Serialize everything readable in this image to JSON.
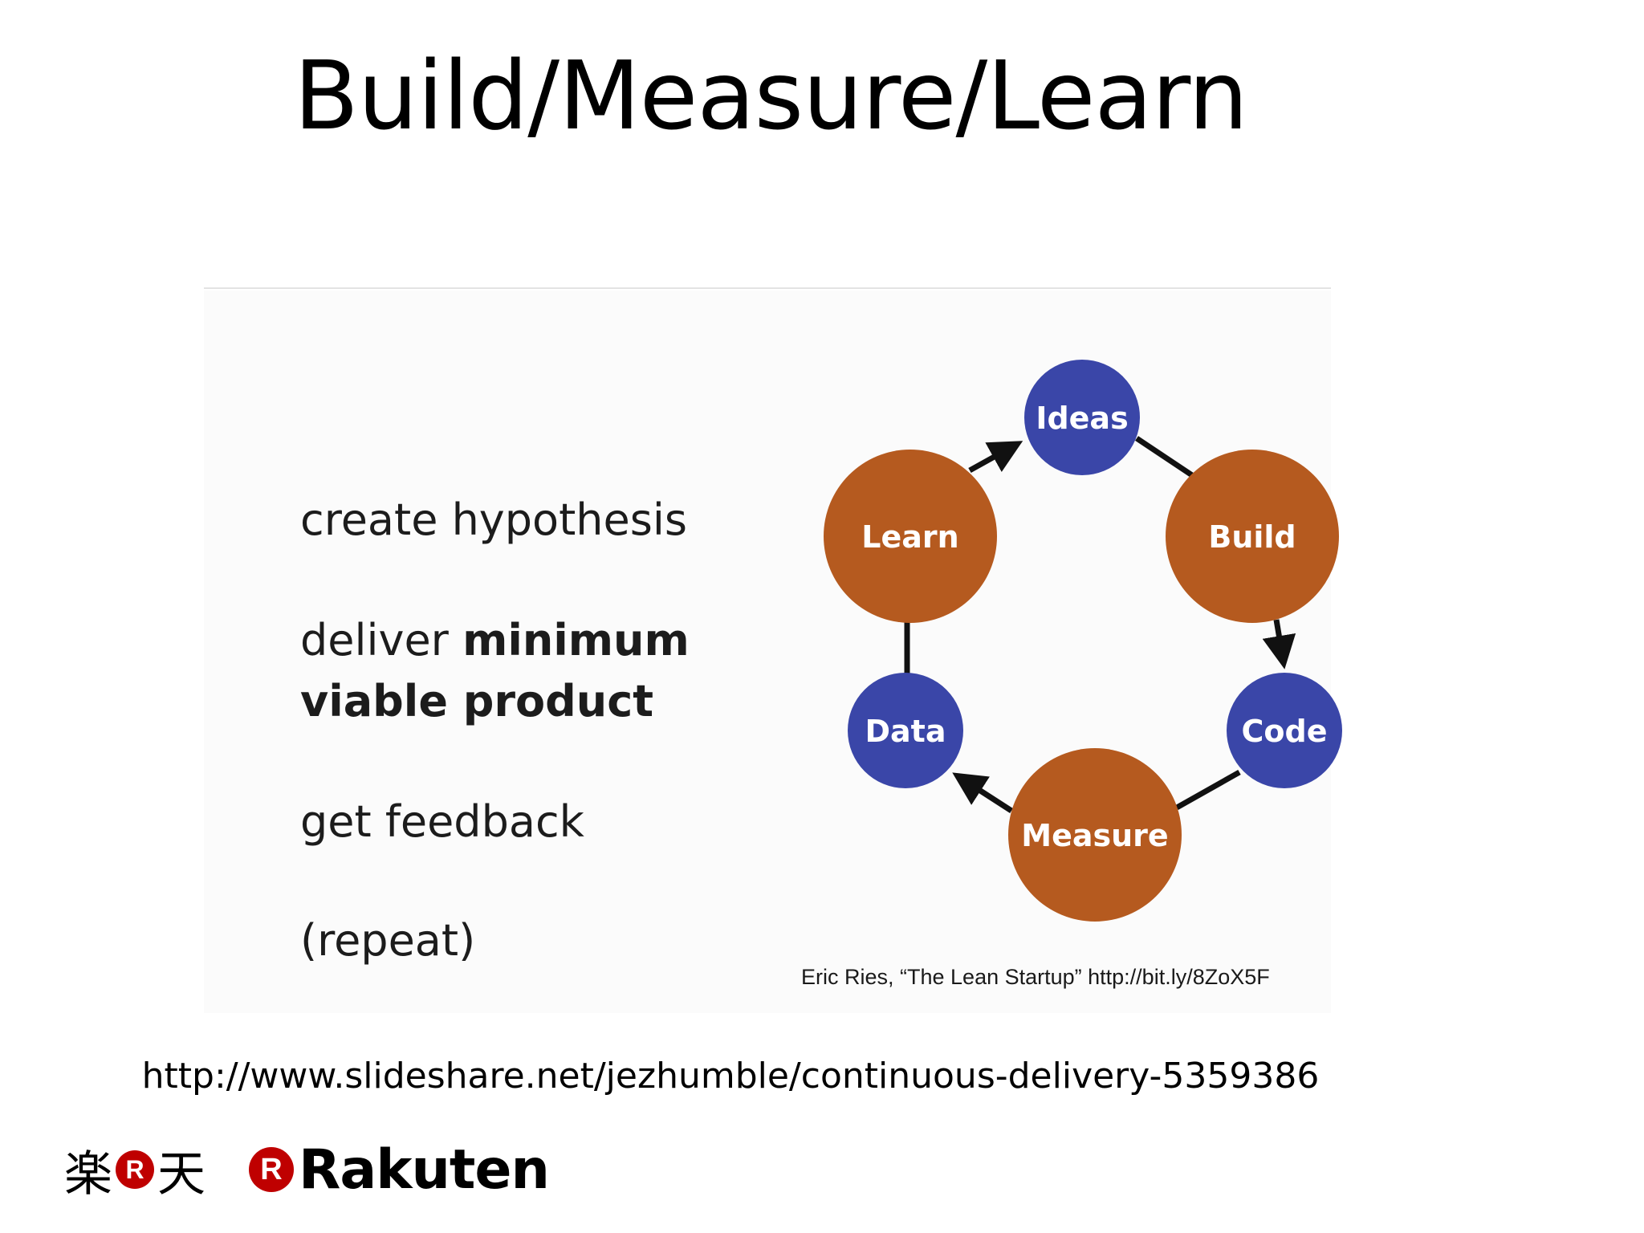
{
  "title": "Build/Measure/Learn",
  "steps": [
    {
      "normal": "create hypothesis",
      "bold": ""
    },
    {
      "normal": "deliver ",
      "bold": "minimum"
    },
    {
      "normal": "",
      "bold": "viable product"
    },
    {
      "normal": "get feedback",
      "bold": ""
    },
    {
      "normal": "(repeat)",
      "bold": ""
    }
  ],
  "cycle": {
    "nodes": [
      {
        "label": "Ideas",
        "kind": "blue"
      },
      {
        "label": "Build",
        "kind": "orange"
      },
      {
        "label": "Code",
        "kind": "blue"
      },
      {
        "label": "Measure",
        "kind": "orange"
      },
      {
        "label": "Data",
        "kind": "blue"
      },
      {
        "label": "Learn",
        "kind": "orange"
      }
    ],
    "colors": {
      "blue": "#3a46a8",
      "orange": "#b55a1f",
      "arrow": "#111111"
    }
  },
  "attribution": "Eric Ries, “The Lean Startup” http://bit.ly/8ZoX5F",
  "source_url": "http://www.slideshare.net/jezhumble/continuous-delivery-5359386",
  "logos": {
    "japanese": "楽天",
    "mark": "R",
    "english": "Rakuten",
    "brand_color": "#bf0000"
  }
}
